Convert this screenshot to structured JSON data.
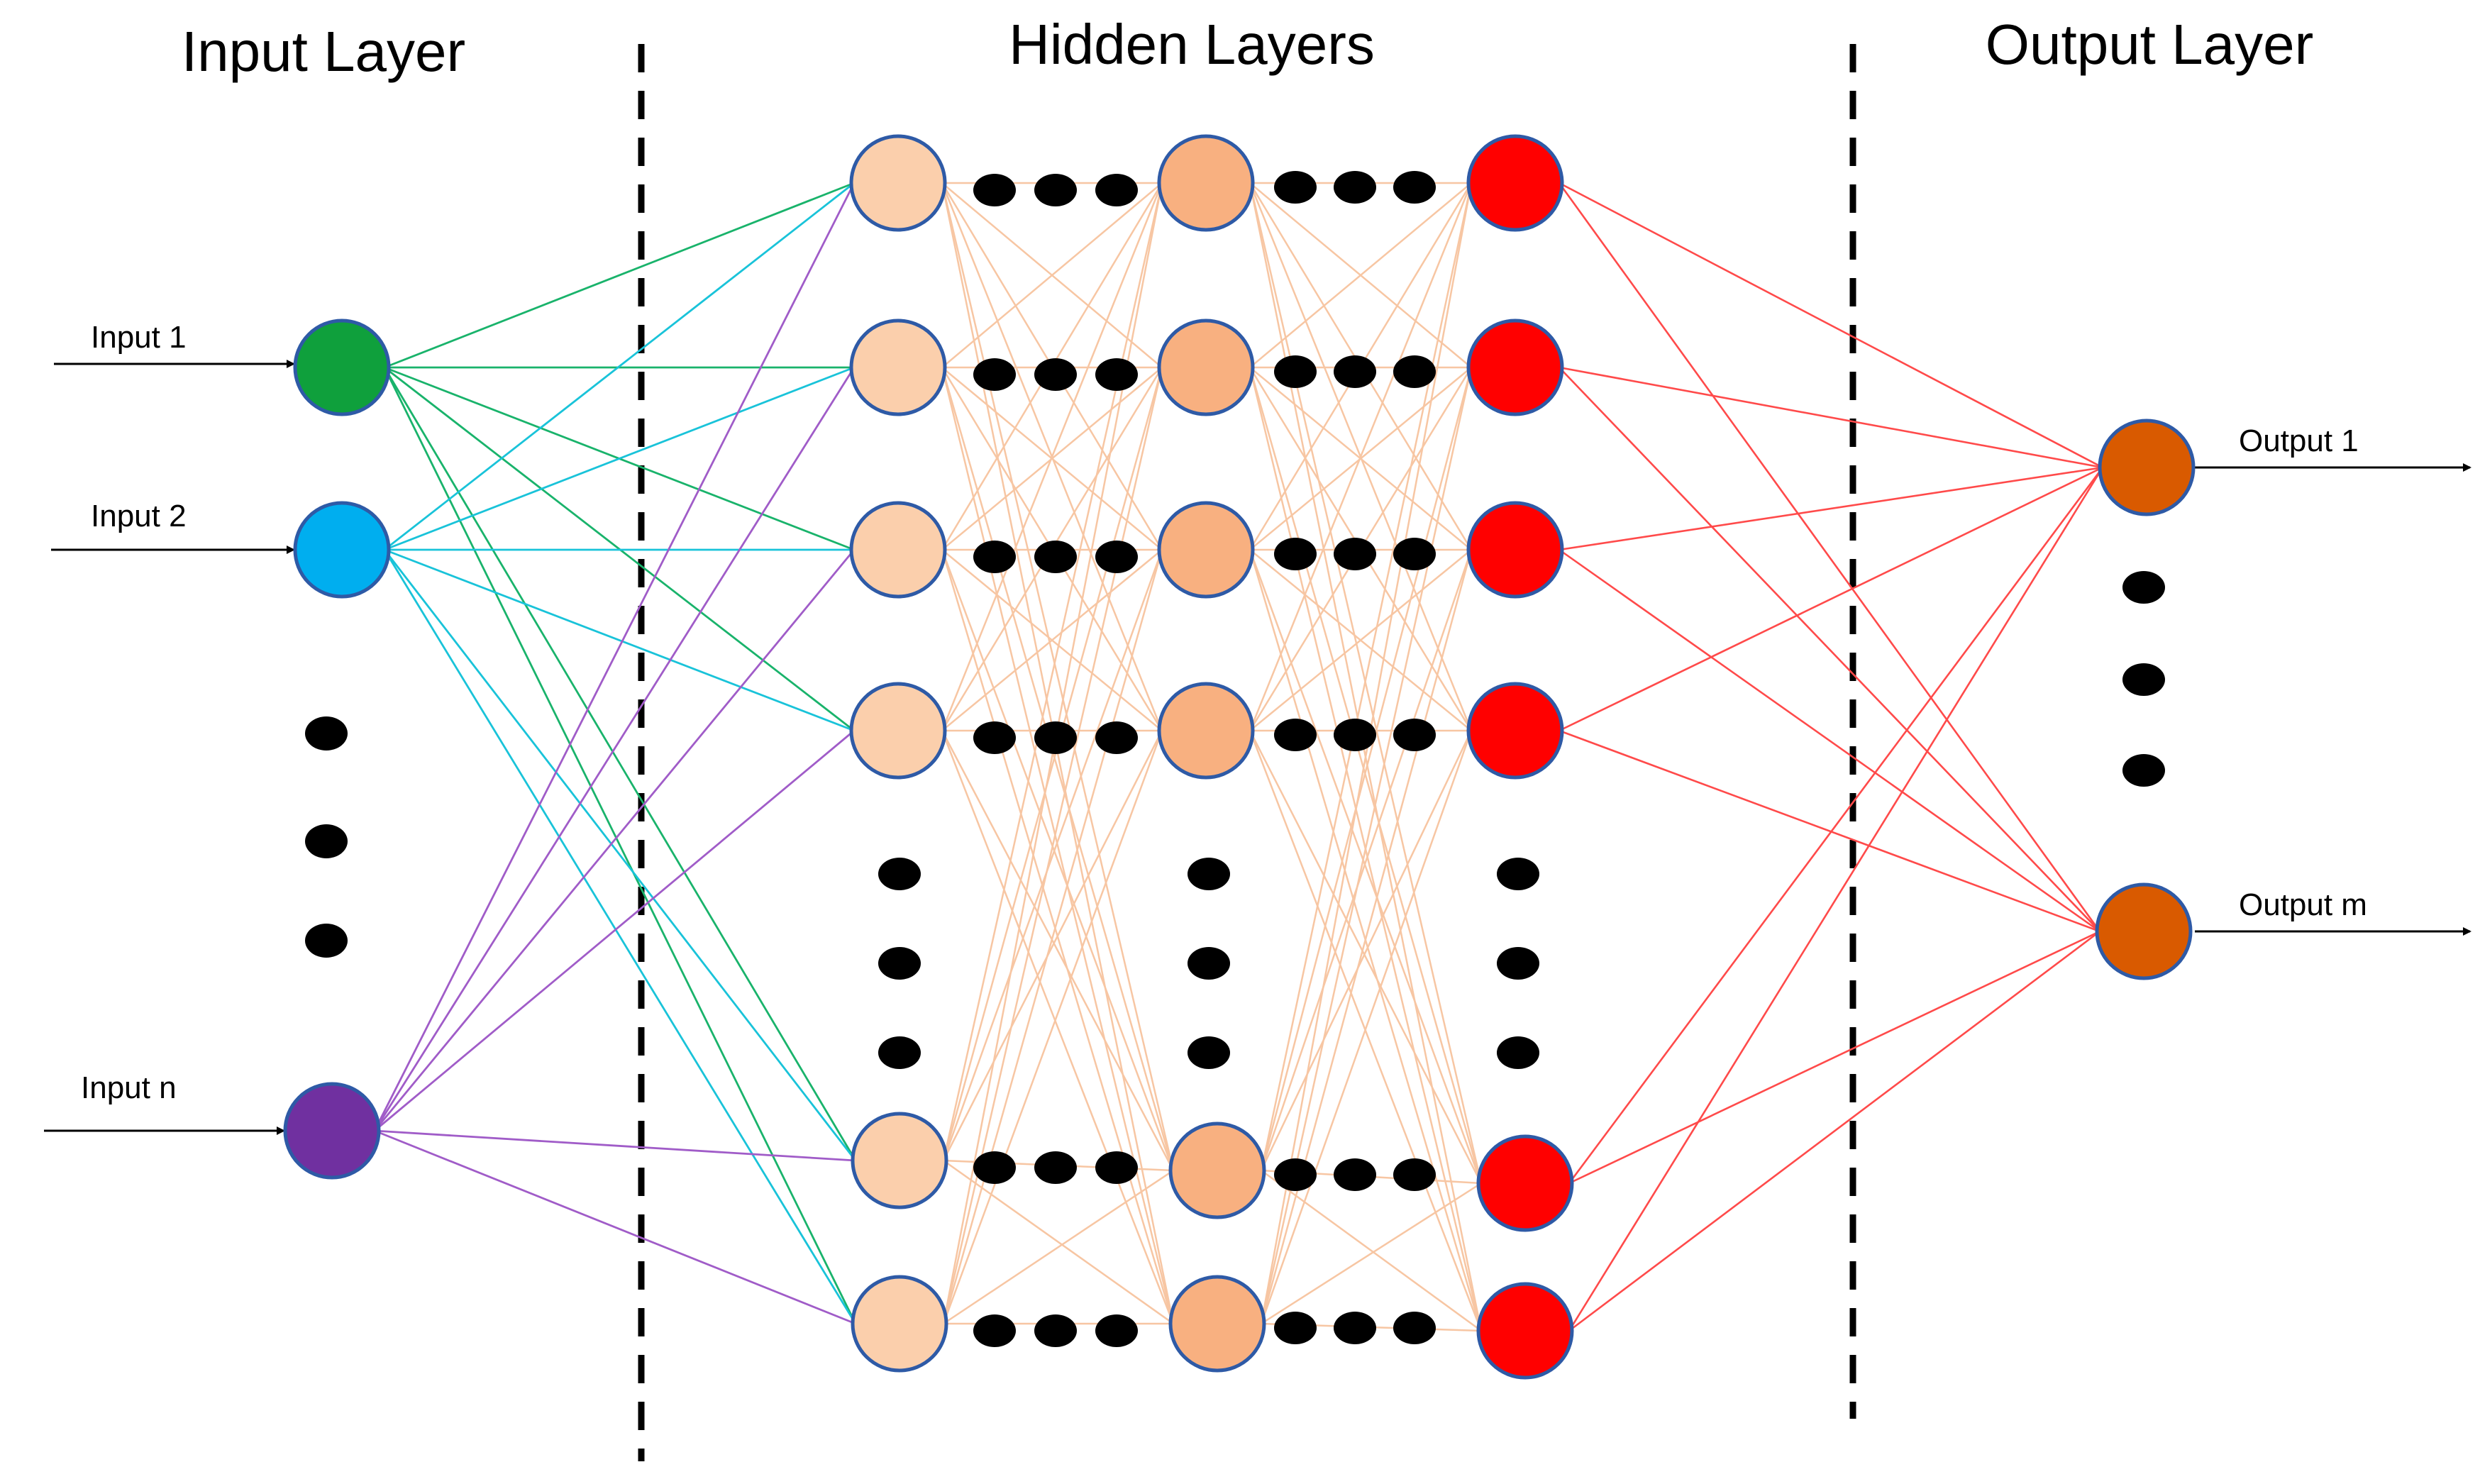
{
  "sections": {
    "input": "Input Layer",
    "hidden": "Hidden Layers",
    "output": "Output Layer"
  },
  "inputs": [
    {
      "label": "Input 1",
      "color": "#0fa03c"
    },
    {
      "label": "Input 2",
      "color": "#00aeef"
    },
    {
      "label": "Input n",
      "color": "#7030a0"
    }
  ],
  "outputs": [
    {
      "label": "Output 1",
      "color": "#d95a00"
    },
    {
      "label": "Output m",
      "color": "#d95a00"
    }
  ],
  "colors": {
    "hidden_layer_1": "#fbcfac",
    "hidden_layer_2": "#f8b080",
    "hidden_layer_3": "#ff0000",
    "hidden_edges": "#f7c6a3",
    "output_edges": "#ff4a4a",
    "input_edges": [
      "#19b36b",
      "#19c3d9",
      "#a05cc8"
    ],
    "node_border": "#2e5aa6",
    "ellipsis": "#000000"
  }
}
